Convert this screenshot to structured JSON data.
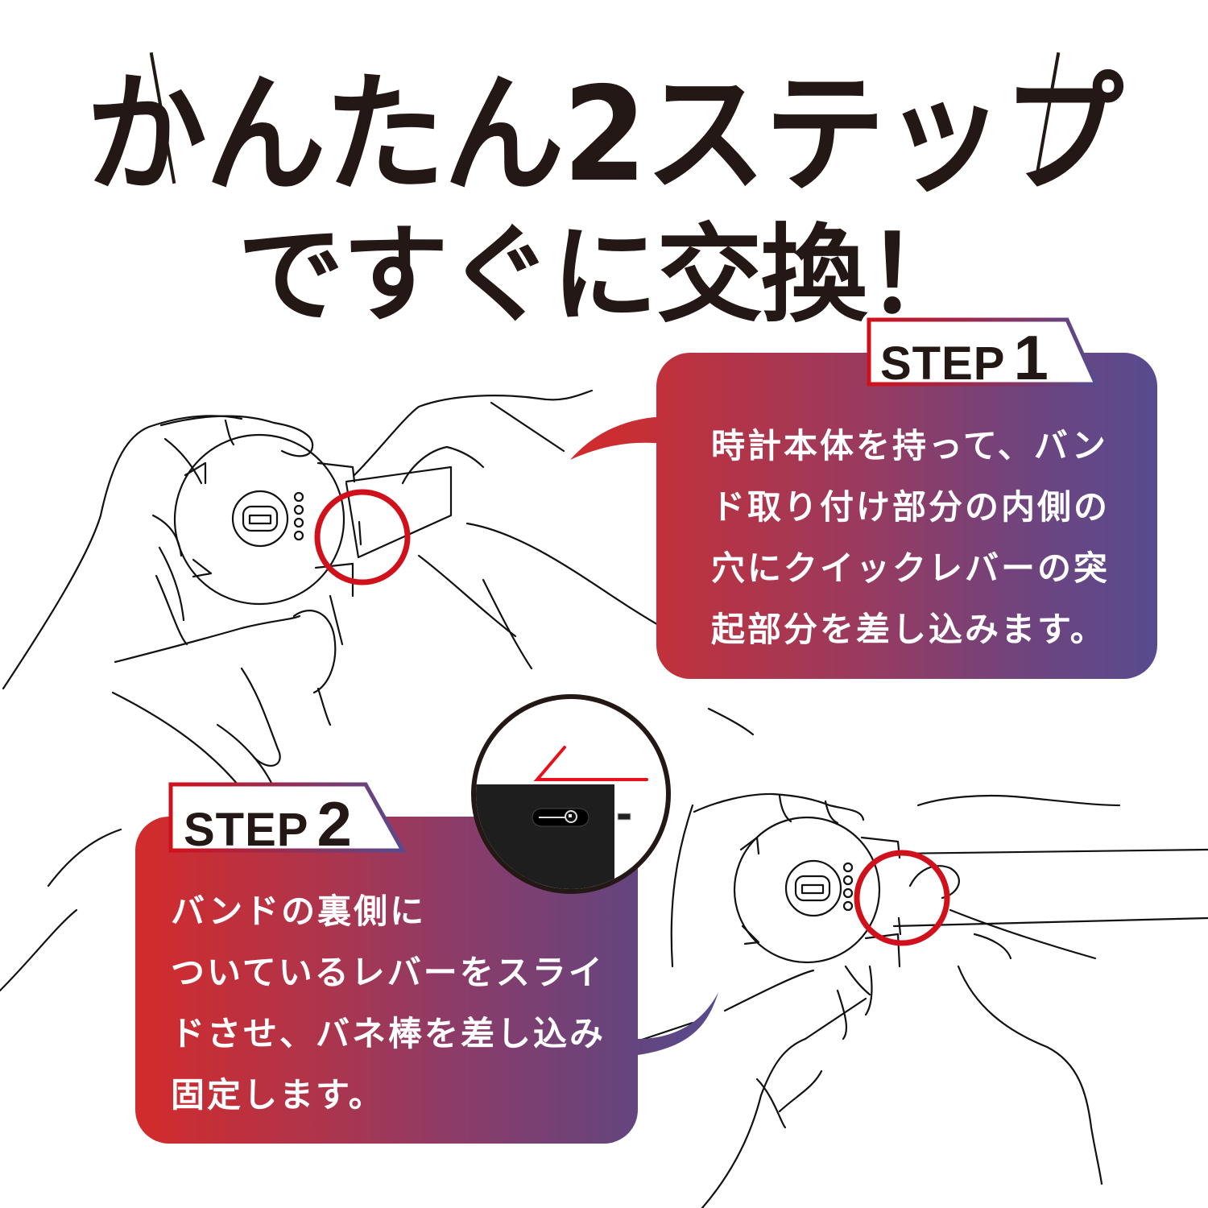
{
  "headline": {
    "line1": "かんたん2ステップ",
    "line2": "ですぐに交換！"
  },
  "colors": {
    "headline_text": "#231815",
    "gradient_start_red": "#d32b2b",
    "gradient_end_purple": "#574b8f",
    "highlight_circle_red": "#d0111b",
    "line_art": "#111111"
  },
  "steps": [
    {
      "tag_word": "STEP",
      "tag_number": "1",
      "lines": [
        "時計本体を持って、バン",
        "ド取り付け部分の内側の",
        "穴にクイックレバーの突",
        "起部分を差し込みます。"
      ]
    },
    {
      "tag_word": "STEP",
      "tag_number": "2",
      "lines": [
        "バンドの裏側に",
        "ついているレバーをスライ",
        "ドさせ、バネ棒を差し込み",
        "固定します。"
      ]
    }
  ],
  "illustrations": {
    "step1": "hands-holding-watch-inserting-band",
    "step2": "hands-sliding-band-lever",
    "detail_inset": "band-quick-release-lever-closeup-with-left-arrow"
  }
}
